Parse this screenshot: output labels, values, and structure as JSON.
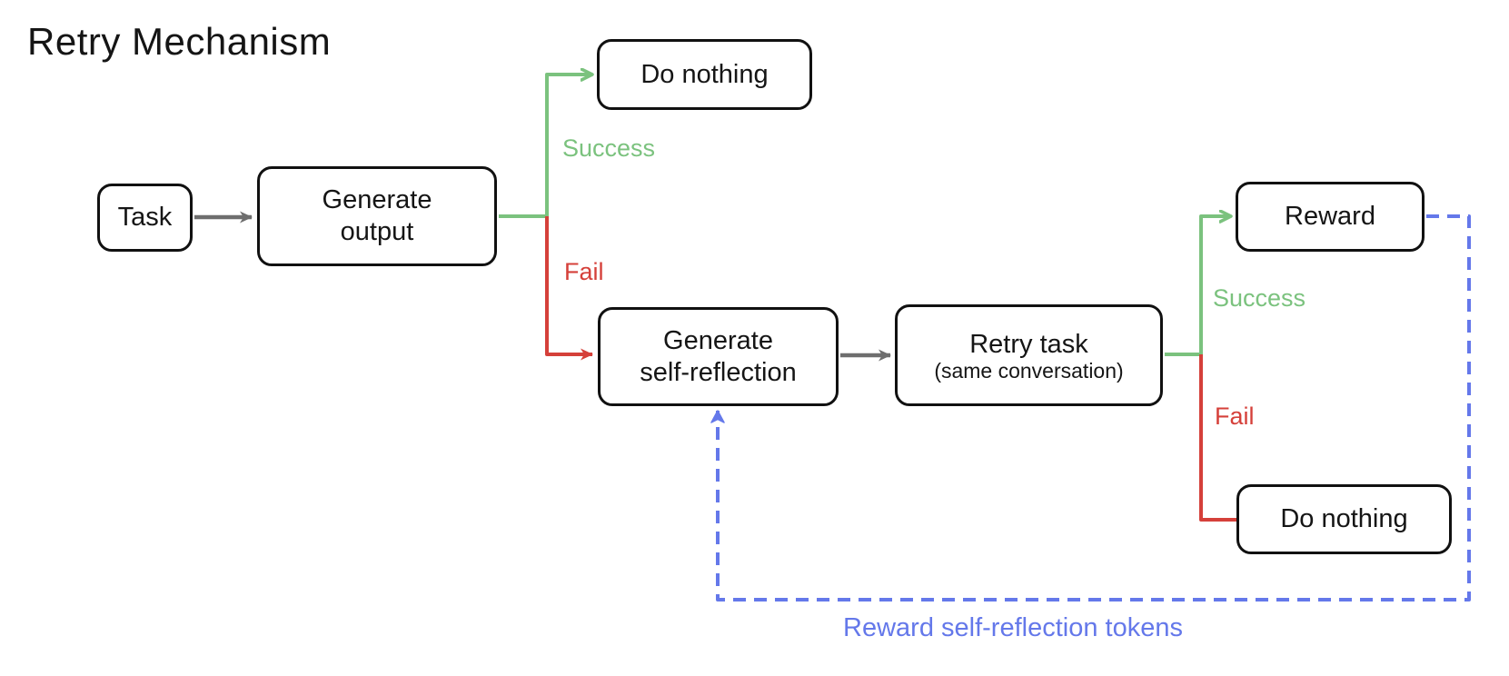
{
  "title": "Retry Mechanism",
  "colors": {
    "success_green": "#7bc27e",
    "fail_red": "#d5403a",
    "loop_blue": "#6478ea",
    "arrow_gray": "#6e6e6e",
    "box_border": "#111111",
    "text": "#151515",
    "background": "#ffffff"
  },
  "nodes": {
    "task": {
      "label": "Task"
    },
    "generate_output": {
      "lines": [
        "Generate",
        "output"
      ]
    },
    "do_nothing_top": {
      "label": "Do nothing"
    },
    "generate_self_reflection": {
      "lines": [
        "Generate",
        "self-reflection"
      ]
    },
    "retry_task": {
      "label": "Retry task",
      "sublabel": "(same conversation)"
    },
    "reward": {
      "label": "Reward"
    },
    "do_nothing_bottom": {
      "label": "Do nothing"
    }
  },
  "edge_labels": {
    "success_top": "Success",
    "fail_top": "Fail",
    "success_right": "Success",
    "fail_right": "Fail",
    "loop": "Reward self-reflection tokens"
  }
}
